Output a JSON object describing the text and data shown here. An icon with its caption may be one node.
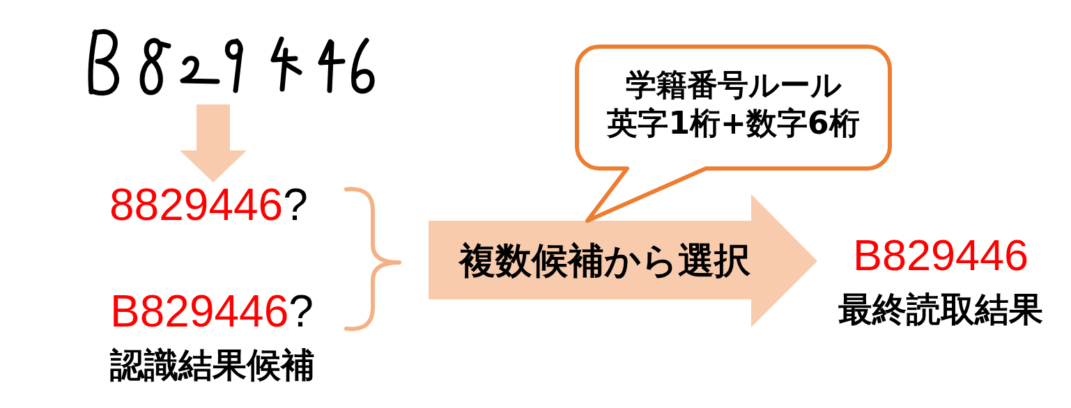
{
  "diagram": {
    "nodes": [
      {
        "text": [],
        "shape": "picture"
      },
      {
        "text": [
          "8829446?"
        ]
      },
      {
        "text": [
          "B829446?"
        ]
      },
      {
        "text": [
          "複数候補から選択"
        ]
      },
      {
        "text": [
          "学籍番号ルール",
          "英字1桁+数字6桁"
        ]
      },
      {
        "text": [
          "B829446"
        ],
        "beside": [
          "最終読取結果"
        ]
      }
    ],
    "edges": [
      {
        "from": 0,
        "to": 1,
        "arrow": "to"
      }
    ],
    "labels": [
      "認識結果候補"
    ]
  }
}
